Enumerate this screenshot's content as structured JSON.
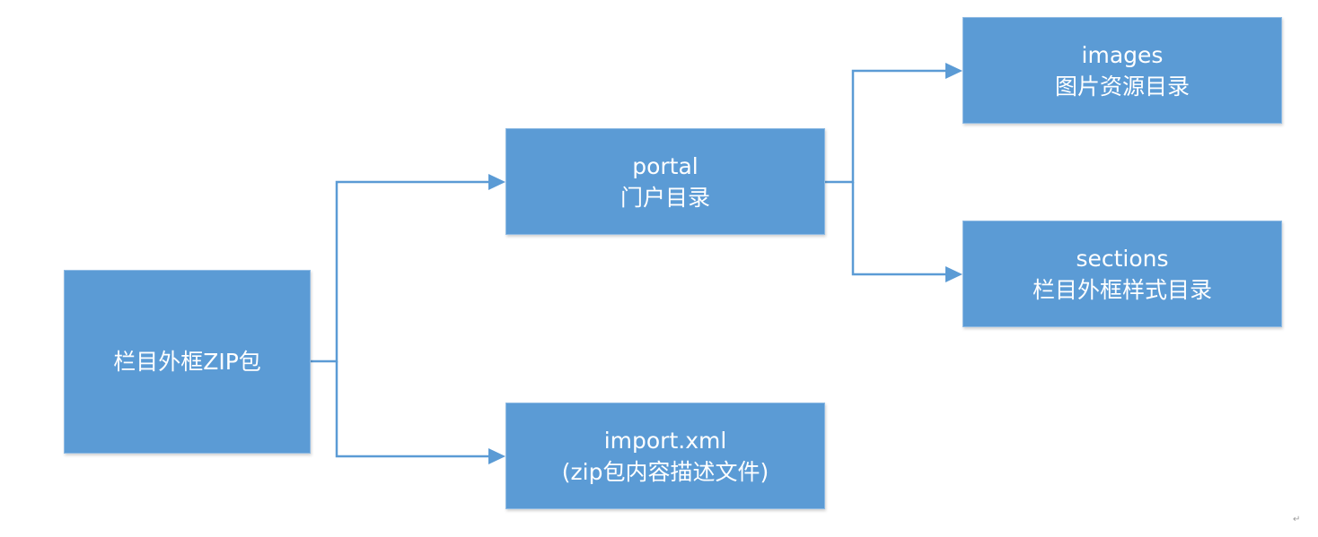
{
  "nodes": {
    "root": {
      "line1": "栏目外框ZIP包"
    },
    "portal": {
      "line1": "portal",
      "line2": "门户目录"
    },
    "import": {
      "line1": "import.xml",
      "line2": "(zip包内容描述文件)"
    },
    "images": {
      "line1": "images",
      "line2": "图片资源目录"
    },
    "sections": {
      "line1": "sections",
      "line2": "栏目外框样式目录"
    }
  },
  "colors": {
    "node_fill": "#5b9bd5",
    "node_text": "#ffffff",
    "connector": "#5b9bd5"
  },
  "edges": [
    {
      "from": "root",
      "to": "portal"
    },
    {
      "from": "root",
      "to": "import"
    },
    {
      "from": "portal",
      "to": "images"
    },
    {
      "from": "portal",
      "to": "sections"
    }
  ],
  "corner_mark": "↵"
}
